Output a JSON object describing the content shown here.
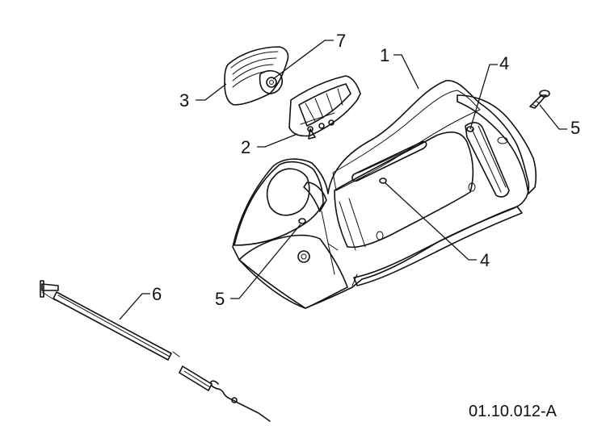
{
  "callouts": {
    "c1": "1",
    "c2": "2",
    "c3": "3",
    "c4a": "4",
    "c4b": "4",
    "c5a": "5",
    "c5b": "5",
    "c6": "6",
    "c7": "7"
  },
  "reference": "01.10.012-A"
}
